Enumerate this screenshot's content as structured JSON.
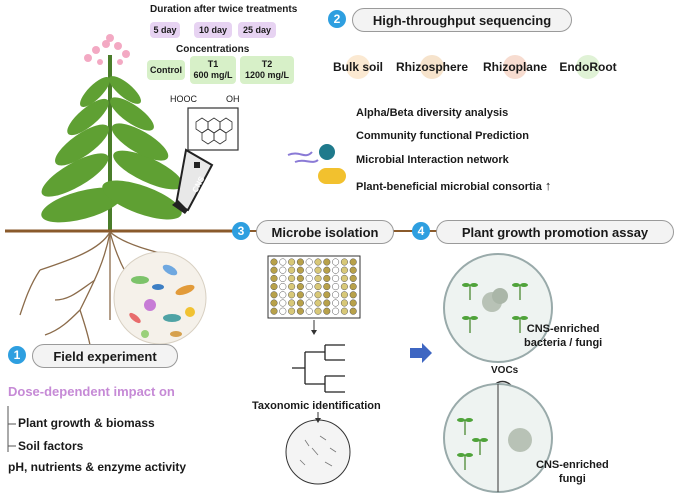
{
  "treatments": {
    "duration_title": "Duration after twice treatments",
    "durations": [
      "5 day",
      "10 day",
      "25 day"
    ],
    "concentrations_title": "Concentrations",
    "control": "Control",
    "t1_name": "T1",
    "t1_dose": "600 mg/L",
    "t2_name": "T2",
    "t2_dose": "1200 mg/L",
    "molecule_left": "HOOC",
    "molecule_right": "OH",
    "beaker_label": "CNS"
  },
  "section2": {
    "number": "2",
    "title": "High-throughput sequencing",
    "compartments": [
      "Bulk soil",
      "Rhizosphere",
      "Rhizoplane",
      "EndoRoot"
    ],
    "analyses": [
      "Alpha/Beta diversity analysis",
      "Community functional Prediction",
      "Microbial Interaction network",
      "Plant-beneficial microbial consortia"
    ],
    "up_arrow": "↑"
  },
  "section3": {
    "number": "3",
    "title": "Microbe isolation",
    "step": "Taxonomic identification"
  },
  "section4": {
    "number": "4",
    "title": "Plant growth promotion assay",
    "plate1_label_line1": "CNS-enriched",
    "plate1_label_line2": "bacteria / fungi",
    "vocs": "VOCs",
    "plate2_label_line1": "CNS-enriched",
    "plate2_label_line2": "fungi"
  },
  "section1": {
    "number": "1",
    "title": "Field experiment",
    "impact": "Dose-dependent impact on",
    "item1": "Plant growth & biomass",
    "item2": "Soil factors",
    "item3": "pH, nutrients & enzyme activity"
  },
  "colors": {
    "accent": "#2e9fe0",
    "impact": "#c68ad6",
    "duration_chip": "#e7d3f2",
    "concentration_chip": "#d7f0c8"
  }
}
